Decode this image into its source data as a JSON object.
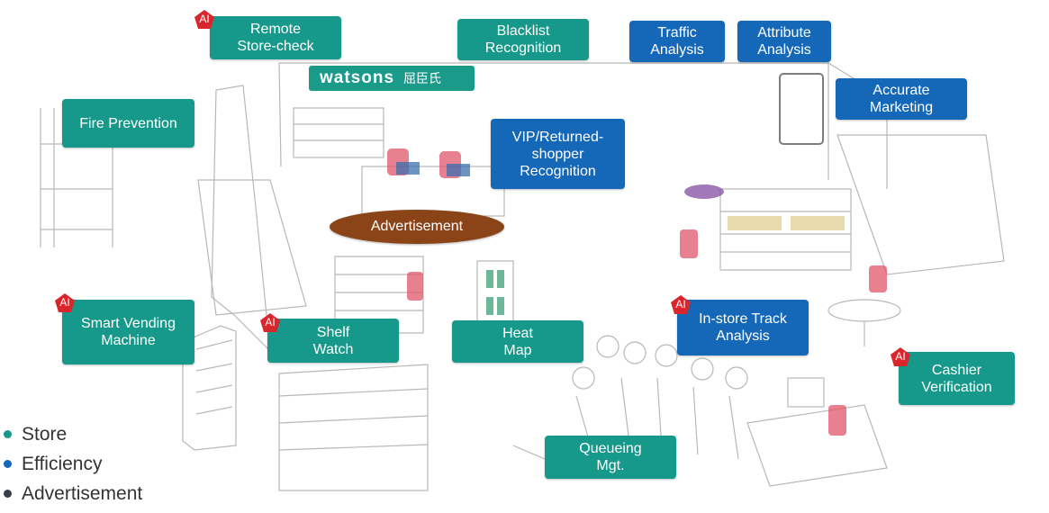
{
  "brand": {
    "logo_text": "watsons",
    "logo_cn": "屈臣氏"
  },
  "features": [
    {
      "id": "remote-store-check",
      "label": "Remote\nStore-check",
      "category": "store",
      "ai": true
    },
    {
      "id": "blacklist-recognition",
      "label": "Blacklist\nRecognition",
      "category": "store",
      "ai": false
    },
    {
      "id": "traffic-analysis",
      "label": "Traffic\nAnalysis",
      "category": "efficiency",
      "ai": false
    },
    {
      "id": "attribute-analysis",
      "label": "Attribute\nAnalysis",
      "category": "efficiency",
      "ai": false
    },
    {
      "id": "accurate-marketing",
      "label": "Accurate\nMarketing",
      "category": "efficiency",
      "ai": false
    },
    {
      "id": "fire-prevention",
      "label": "Fire Prevention",
      "category": "store",
      "ai": false
    },
    {
      "id": "vip-recognition",
      "label": "VIP/Returned-\nshopper\nRecognition",
      "category": "efficiency",
      "ai": false
    },
    {
      "id": "smart-vending",
      "label": "Smart Vending\nMachine",
      "category": "store",
      "ai": true
    },
    {
      "id": "shelf-watch",
      "label": "Shelf\nWatch",
      "category": "store",
      "ai": true
    },
    {
      "id": "heat-map",
      "label": "Heat\nMap",
      "category": "store",
      "ai": false
    },
    {
      "id": "in-store-track",
      "label": "In-store Track\nAnalysis",
      "category": "efficiency",
      "ai": true
    },
    {
      "id": "cashier-verification",
      "label": "Cashier\nVerification",
      "category": "store",
      "ai": true
    },
    {
      "id": "queueing-mgt",
      "label": "Queueing\nMgt.",
      "category": "store",
      "ai": false
    }
  ],
  "advertisement": {
    "label": "Advertisement",
    "category": "advertisement"
  },
  "ai_badge": "AI",
  "legend": [
    {
      "label": "Store",
      "color": "#16998a"
    },
    {
      "label": "Efficiency",
      "color": "#1567b8"
    },
    {
      "label": "Advertisement",
      "color": "#3a3f4a"
    }
  ],
  "colors": {
    "store": "#16998a",
    "efficiency": "#1567b8",
    "advertisement": "#8b4418",
    "ai_badge": "#d8262c"
  }
}
